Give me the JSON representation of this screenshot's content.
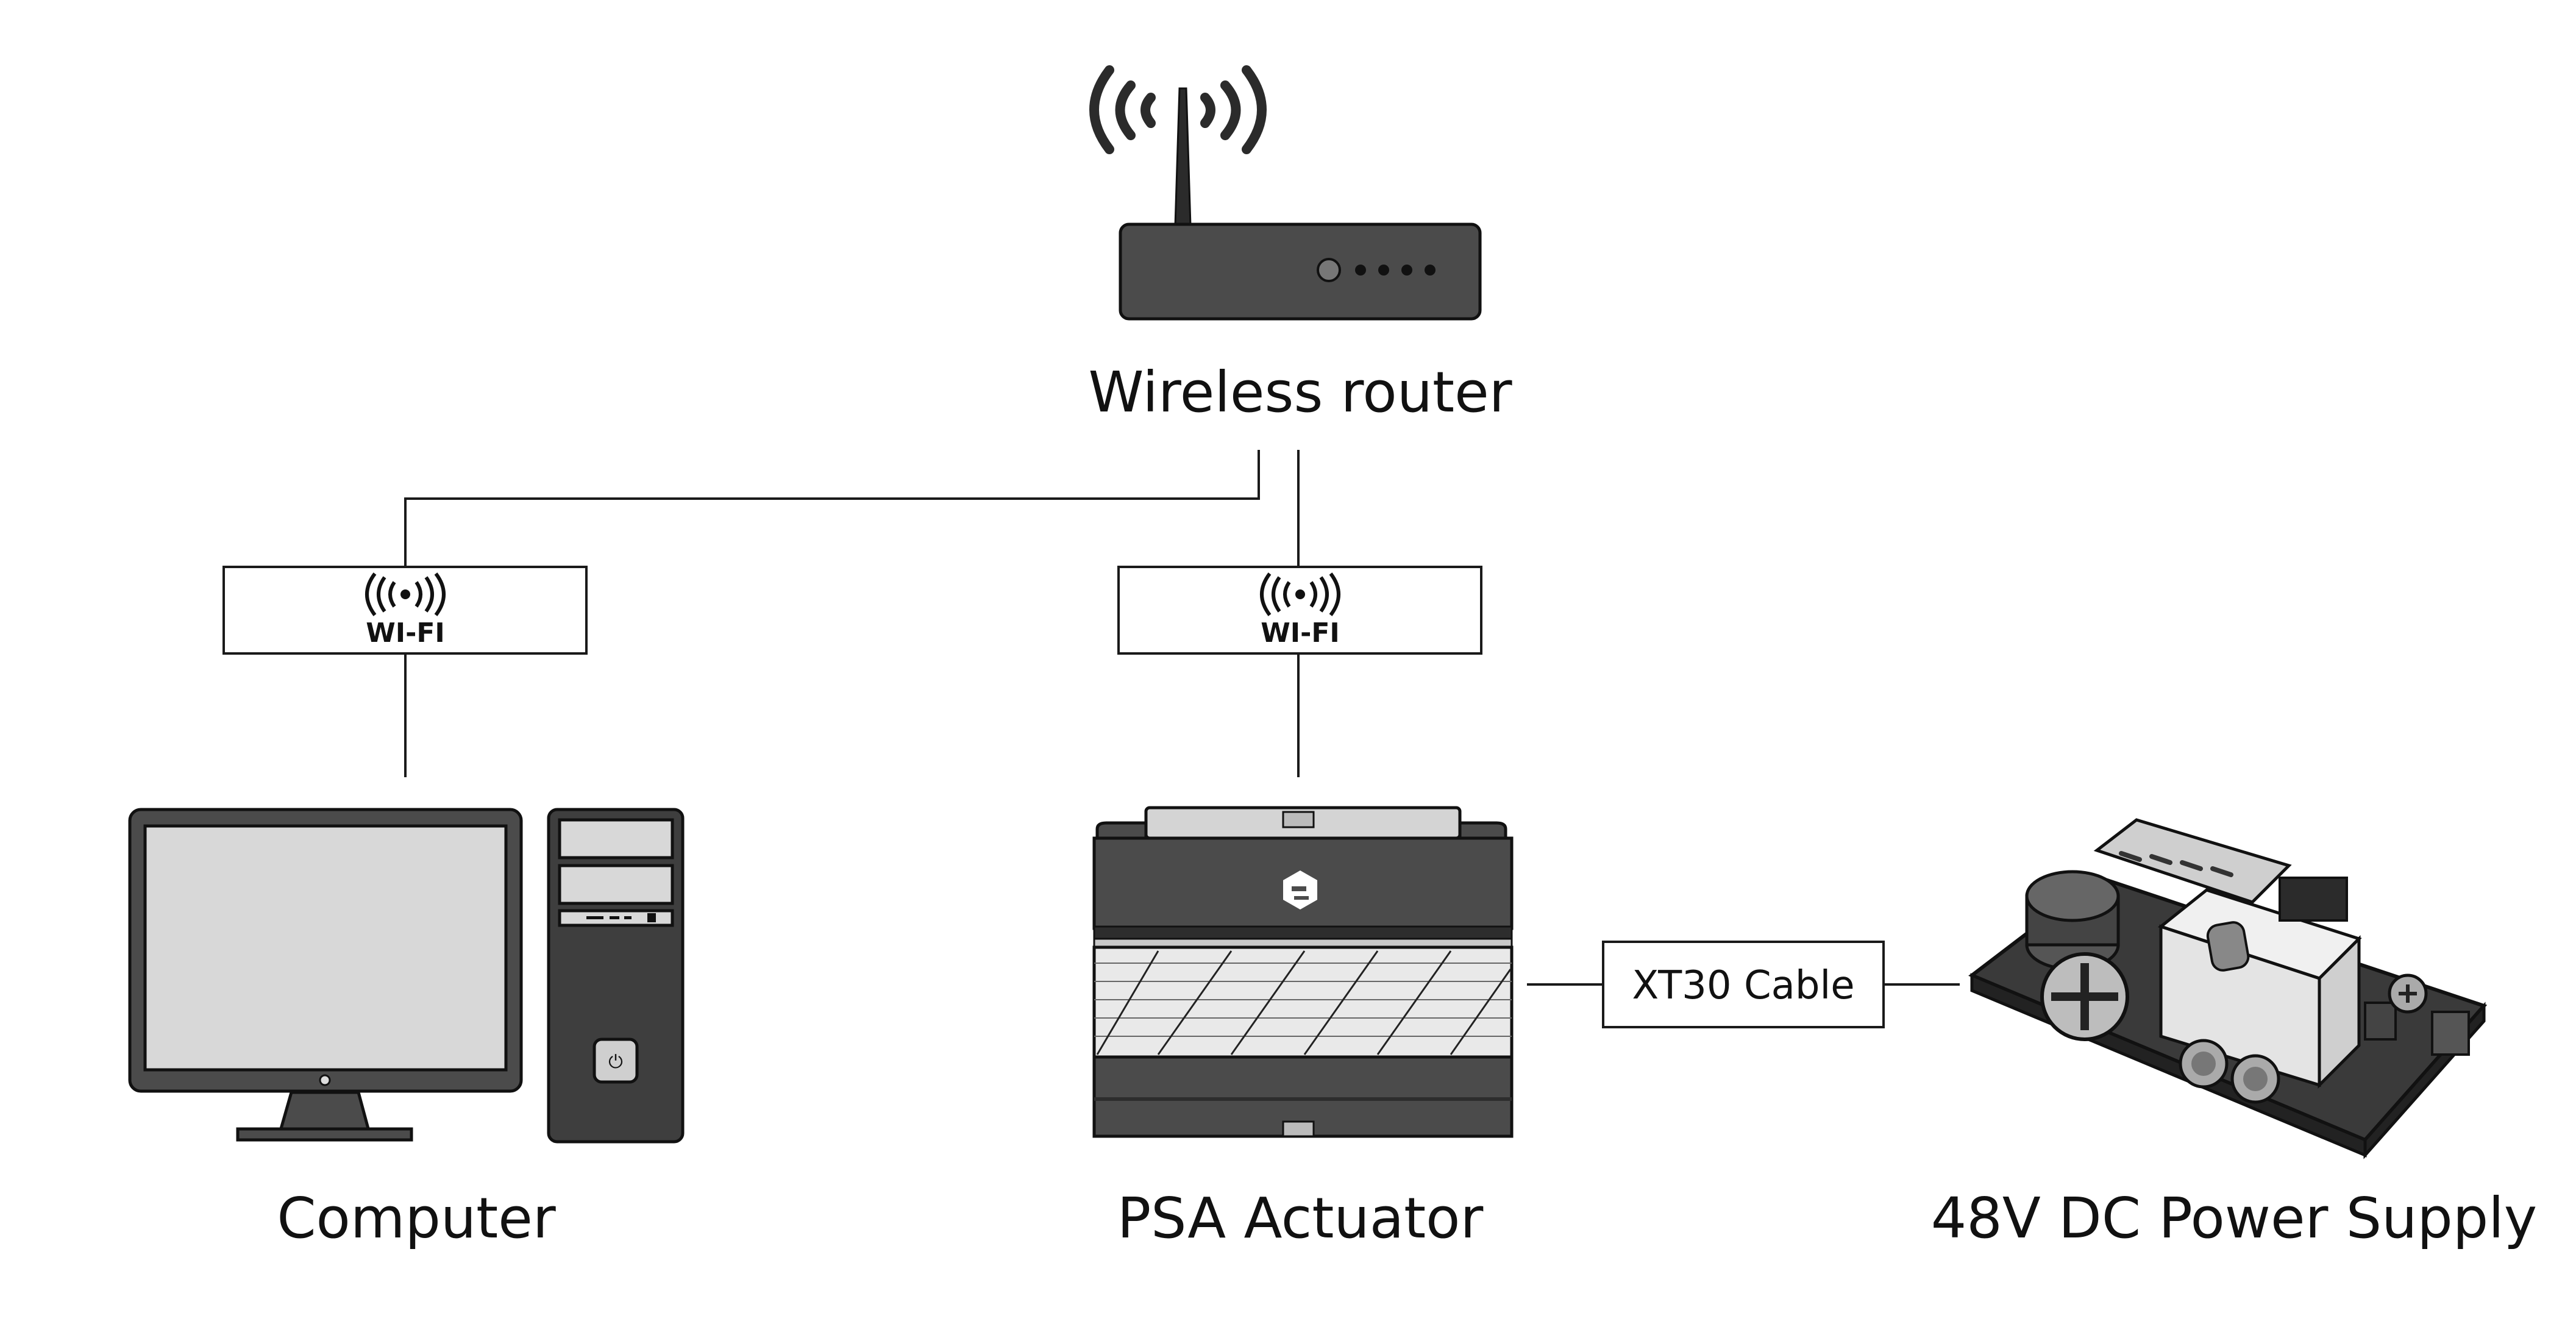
{
  "nodes": {
    "router": {
      "label": "Wireless router"
    },
    "computer": {
      "label": "Computer"
    },
    "actuator": {
      "label": "PSA Actuator"
    },
    "power_supply": {
      "label": "48V DC Power Supply"
    }
  },
  "links": {
    "wifi_left": {
      "label": "WI-FI",
      "icon": "wifi-icon"
    },
    "wifi_right": {
      "label": "WI-FI",
      "icon": "wifi-icon"
    },
    "cable": {
      "label": "XT30 Cable"
    }
  },
  "colors": {
    "device_dark": "#4b4b4b",
    "device_light": "#d8d8d8",
    "line": "#1a1a1a"
  }
}
